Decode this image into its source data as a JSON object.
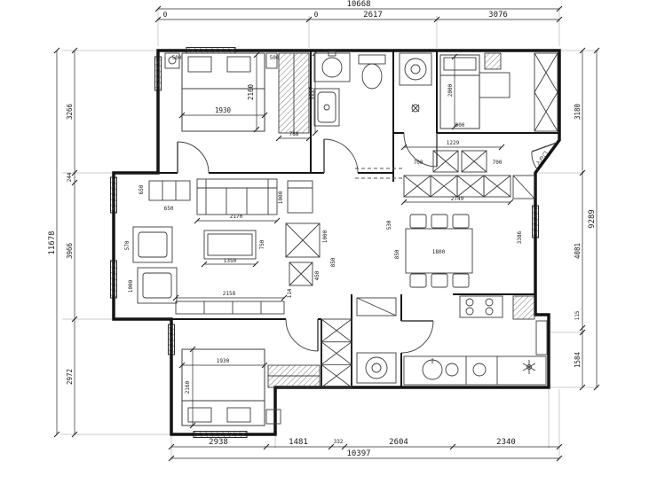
{
  "dims": {
    "top_overall": "10668",
    "top_zero_a": "0",
    "top_zero_b": "0",
    "top_2617": "2617",
    "top_3076": "3076",
    "left_overall": "11678",
    "left_3266": "3266",
    "left_244": "244",
    "left_3966": "3966",
    "left_2972": "2972",
    "right_overall": "9289",
    "right_3180": "3180",
    "right_4081": "4081",
    "right_115": "115",
    "right_1584": "1584",
    "bottom_overall": "10397",
    "bottom_2938": "2938",
    "bottom_1481": "1481",
    "bottom_332": "332",
    "bottom_2604": "2604",
    "bottom_2340": "2340"
  },
  "bedroom_top_left": {
    "offset_left": "500",
    "offset_right": "500",
    "bed_width": "1930",
    "bed_length": "2160",
    "wardrobe_width": "788",
    "wardrobe_length": "2227"
  },
  "bedroom_top_right": {
    "bed_length": "2000",
    "bed_width": "900"
  },
  "entry": {
    "width": "1229",
    "cabinet_left": "700",
    "cabinet_right": "700",
    "depth": "2749",
    "door_label": "入户门"
  },
  "living": {
    "cabinet_w": "650",
    "cabinet_d": "650",
    "side_1000": "1000",
    "sofa_length": "2170",
    "sofa_depth": "750",
    "chair_570": "570",
    "coffee_table": "1350",
    "chair_1000": "1000",
    "table_1000": "1000",
    "table_850": "850",
    "stool_450": "450",
    "tv_cabinet": "2158",
    "tv_gap": "114"
  },
  "dining": {
    "table_length": "1800",
    "dim_850": "850",
    "dim_530": "530",
    "dim_3386": "3386"
  },
  "bedroom_bottom": {
    "bed_width": "1930",
    "bed_length": "2160"
  }
}
